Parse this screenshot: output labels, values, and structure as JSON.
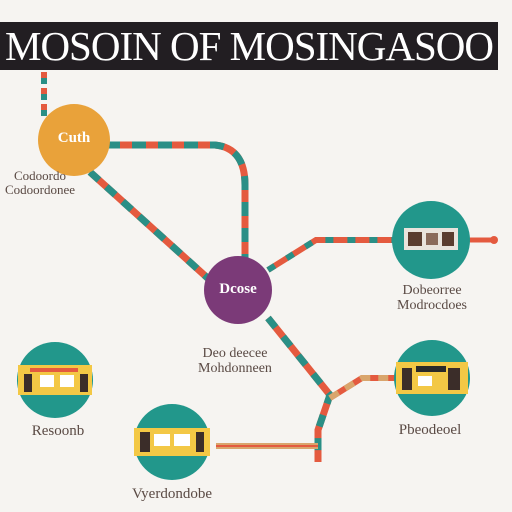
{
  "title": "MOSOIN OF MOSINGASOO",
  "nodes": {
    "top_left": {
      "inner_text": "Cuth",
      "label_line1": "Codoordo",
      "label_line2": "Codoordonee"
    },
    "center": {
      "inner_text": "Dcose",
      "label_line1": "Deo deecee",
      "label_line2": "Mohdonneen"
    },
    "right_top": {
      "label_line1": "Dobeorree",
      "label_line2": "Modrocdoes"
    },
    "right_bottom": {
      "label": "Pbeodeoel"
    },
    "left_bottom": {
      "label": "Resoonb"
    },
    "bottom_center": {
      "label": "Vyerdondobe"
    }
  },
  "colors": {
    "header_bg": "#221e22",
    "teal": "#22978b",
    "orange": "#e9a23a",
    "purple": "#7b3a78",
    "line_red": "#e45a3f",
    "line_teal": "#2a8f86",
    "line_tan": "#d9a56c"
  }
}
